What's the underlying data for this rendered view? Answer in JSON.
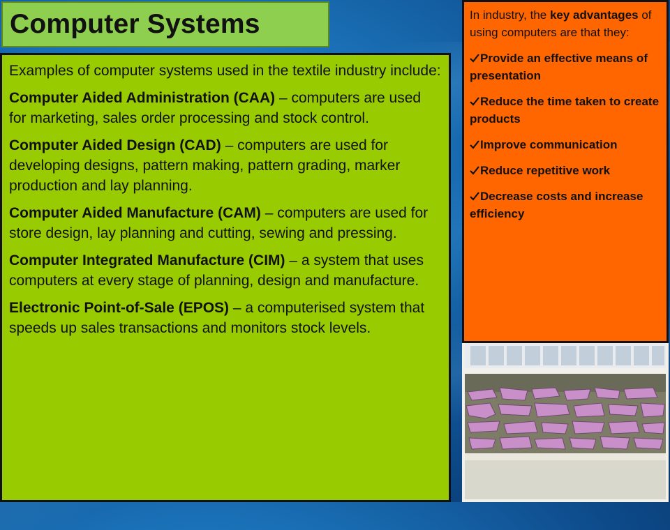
{
  "title": "Computer Systems",
  "main": {
    "intro": "Examples of computer systems used in the textile industry include:",
    "items": [
      {
        "term": "Computer Aided Administration (CAA)",
        "desc": " – computers are used for marketing, sales order processing and stock control."
      },
      {
        "term": "Computer Aided Design (CAD)",
        "desc": " – computers are used for developing designs, pattern making, pattern grading, marker production and lay planning."
      },
      {
        "term": "Computer Aided Manufacture (CAM)",
        "desc": " – computers are used for store design, lay planning and cutting, sewing and pressing."
      },
      {
        "term": "Computer Integrated Manufacture (CIM)",
        "desc": " – a system that uses computers at every stage of planning, design and manufacture."
      },
      {
        "term": "Electronic Point-of-Sale (EPOS)",
        "desc": " – a computerised system that speeds up sales transactions and monitors stock levels."
      }
    ]
  },
  "sidebar": {
    "intro_pre": "In industry, the ",
    "intro_bold": "key advantages",
    "intro_post": " of using computers are that they:",
    "items": [
      "Provide an effective means of presentation",
      "Reduce the time taken to create products",
      "Improve communication",
      "Reduce repetitive work",
      "Decrease costs and increase efficiency"
    ]
  },
  "colors": {
    "title_bg": "#8fcf4f",
    "main_bg": "#99cc00",
    "sidebar_bg": "#ff6600",
    "background": "#1a6fb5"
  },
  "icons": {
    "bullet": "checkmark-icon"
  }
}
